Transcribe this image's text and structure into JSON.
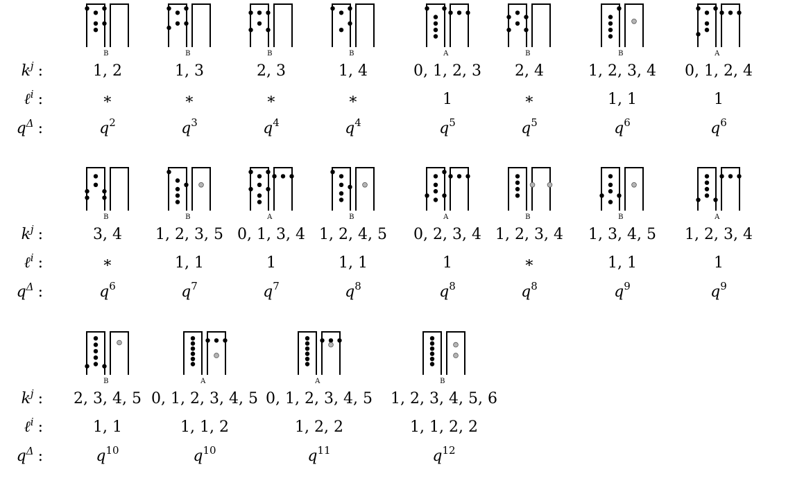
{
  "colors": {
    "ink": "#000000",
    "hollow_dot": "#b5b5b5",
    "background": "#ffffff"
  },
  "row_labels": {
    "k": "k",
    "k_sup": "j",
    "l": "ℓ",
    "l_sup": "i",
    "q": "q",
    "q_sup": "Δ"
  },
  "blocks": [
    {
      "cells": [
        {
          "tag": "B",
          "k": "1, 2",
          "l": "∗",
          "q_exp": "2",
          "pegs": [
            [
              0.02,
              0.1
            ],
            [
              0.98,
              0.1
            ],
            [
              0.5,
              0.2
            ],
            [
              0.5,
              0.45
            ],
            [
              0.5,
              0.6
            ],
            [
              0.98,
              0.45
            ]
          ],
          "hollow": []
        },
        {
          "tag": "B",
          "k": "1, 3",
          "l": "∗",
          "q_exp": "3",
          "pegs": [
            [
              0.02,
              0.1
            ],
            [
              0.98,
              0.1
            ],
            [
              0.5,
              0.2
            ],
            [
              0.5,
              0.45
            ],
            [
              0.02,
              0.55
            ],
            [
              0.98,
              0.45
            ]
          ],
          "hollow": []
        },
        {
          "tag": "B",
          "k": "2, 3",
          "l": "∗",
          "q_exp": "4",
          "pegs": [
            [
              0.02,
              0.2
            ],
            [
              0.98,
              0.2
            ],
            [
              0.5,
              0.2
            ],
            [
              0.5,
              0.45
            ],
            [
              0.02,
              0.6
            ],
            [
              0.98,
              0.6
            ]
          ],
          "hollow": []
        },
        {
          "tag": "B",
          "k": "1, 4",
          "l": "∗",
          "q_exp": "4",
          "pegs": [
            [
              0.02,
              0.1
            ],
            [
              0.98,
              0.1
            ],
            [
              0.5,
              0.2
            ],
            [
              0.98,
              0.45
            ],
            [
              0.5,
              0.6
            ]
          ],
          "hollow": []
        },
        {
          "tag": "A",
          "k": "0, 1, 2, 3",
          "l": "1",
          "q_exp": "5",
          "pegs": [
            [
              0.02,
              0.1
            ],
            [
              0.98,
              0.1
            ],
            [
              0.5,
              0.3
            ],
            [
              0.5,
              0.45
            ],
            [
              0.5,
              0.6
            ],
            [
              0.5,
              0.75
            ]
          ],
          "hollow": []
        },
        {
          "tag": "B",
          "k": "2, 4",
          "l": "∗",
          "q_exp": "5",
          "pegs": [
            [
              0.02,
              0.3
            ],
            [
              0.98,
              0.3
            ],
            [
              0.5,
              0.2
            ],
            [
              0.5,
              0.45
            ],
            [
              0.02,
              0.6
            ],
            [
              0.98,
              0.6
            ]
          ],
          "hollow": []
        },
        {
          "tag": "B",
          "k": "1, 2, 3, 4",
          "l": "1, 1",
          "q_exp": "6",
          "pegs": [
            [
              0.98,
              0.1
            ],
            [
              0.5,
              0.3
            ],
            [
              0.5,
              0.45
            ],
            [
              0.5,
              0.6
            ],
            [
              0.5,
              0.75
            ]
          ],
          "hollow": [
            [
              1.5,
              0.4
            ]
          ]
        },
        {
          "tag": "A",
          "k": "0, 1, 2, 4",
          "l": "1",
          "q_exp": "6",
          "pegs": [
            [
              0.02,
              0.1
            ],
            [
              0.98,
              0.1
            ],
            [
              0.5,
              0.2
            ],
            [
              0.5,
              0.45
            ],
            [
              0.5,
              0.6
            ],
            [
              0.02,
              0.7
            ]
          ],
          "hollow": []
        }
      ],
      "right_pegs": [
        false,
        false,
        false,
        false,
        true,
        false,
        false,
        true
      ]
    },
    {
      "cells": [
        {
          "tag": "B",
          "k": "3, 4",
          "l": "∗",
          "q_exp": "6",
          "pegs": [
            [
              0.5,
              0.2
            ],
            [
              0.5,
              0.4
            ],
            [
              0.02,
              0.55
            ],
            [
              0.98,
              0.55
            ],
            [
              0.02,
              0.7
            ],
            [
              0.98,
              0.7
            ]
          ],
          "hollow": []
        },
        {
          "tag": "B",
          "k": "1, 2, 3, 5",
          "l": "1, 1",
          "q_exp": "7",
          "pegs": [
            [
              0.02,
              0.1
            ],
            [
              0.5,
              0.3
            ],
            [
              0.98,
              0.4
            ],
            [
              0.5,
              0.5
            ],
            [
              0.5,
              0.65
            ],
            [
              0.5,
              0.8
            ]
          ],
          "hollow": [
            [
              1.5,
              0.4
            ]
          ]
        },
        {
          "tag": "A",
          "k": "0, 1, 3, 4",
          "l": "1",
          "q_exp": "7",
          "pegs": [
            [
              0.02,
              0.1
            ],
            [
              0.98,
              0.1
            ],
            [
              0.5,
              0.2
            ],
            [
              0.02,
              0.5
            ],
            [
              0.98,
              0.5
            ],
            [
              0.5,
              0.4
            ],
            [
              0.5,
              0.65
            ],
            [
              0.5,
              0.8
            ]
          ],
          "hollow": []
        },
        {
          "tag": "B",
          "k": "1, 2, 4, 5",
          "l": "1, 1",
          "q_exp": "8",
          "pegs": [
            [
              0.02,
              0.1
            ],
            [
              0.5,
              0.2
            ],
            [
              0.5,
              0.4
            ],
            [
              0.98,
              0.45
            ],
            [
              0.5,
              0.6
            ],
            [
              0.5,
              0.75
            ]
          ],
          "hollow": [
            [
              1.5,
              0.4
            ]
          ]
        },
        {
          "tag": "A",
          "k": "0, 2, 3, 4",
          "l": "1",
          "q_exp": "8",
          "pegs": [
            [
              0.98,
              0.1
            ],
            [
              0.5,
              0.2
            ],
            [
              0.5,
              0.4
            ],
            [
              0.5,
              0.55
            ],
            [
              0.02,
              0.65
            ],
            [
              0.98,
              0.65
            ],
            [
              0.5,
              0.75
            ]
          ],
          "hollow": []
        },
        {
          "tag": "B",
          "k": "1, 2, 3, 4",
          "l": "∗",
          "q_exp": "8",
          "pegs": [
            [
              0.5,
              0.2
            ],
            [
              0.5,
              0.35
            ],
            [
              0.5,
              0.5
            ],
            [
              0.5,
              0.65
            ]
          ],
          "hollow": [
            [
              1.02,
              0.4
            ],
            [
              1.98,
              0.4
            ]
          ]
        },
        {
          "tag": "B",
          "k": "1, 3, 4, 5",
          "l": "1, 1",
          "q_exp": "9",
          "pegs": [
            [
              0.5,
              0.2
            ],
            [
              0.5,
              0.4
            ],
            [
              0.5,
              0.55
            ],
            [
              0.02,
              0.65
            ],
            [
              0.98,
              0.65
            ],
            [
              0.5,
              0.8
            ]
          ],
          "hollow": [
            [
              1.5,
              0.4
            ]
          ]
        },
        {
          "tag": "A",
          "k": "1, 2, 3, 4",
          "l": "1",
          "q_exp": "9",
          "pegs": [
            [
              0.5,
              0.2
            ],
            [
              0.5,
              0.35
            ],
            [
              0.5,
              0.5
            ],
            [
              0.5,
              0.65
            ],
            [
              0.02,
              0.75
            ],
            [
              0.98,
              0.75
            ]
          ],
          "hollow": []
        }
      ],
      "right_pegs": [
        false,
        false,
        true,
        false,
        true,
        false,
        false,
        true
      ]
    },
    {
      "cells": [
        {
          "tag": "B",
          "k": "2, 3, 4, 5",
          "l": "1, 1",
          "q_exp": "10",
          "pegs": [
            [
              0.5,
              0.15
            ],
            [
              0.5,
              0.3
            ],
            [
              0.5,
              0.45
            ],
            [
              0.5,
              0.6
            ],
            [
              0.5,
              0.75
            ],
            [
              0.02,
              0.8
            ],
            [
              0.98,
              0.8
            ]
          ],
          "hollow": [
            [
              1.5,
              0.25
            ]
          ]
        },
        {
          "tag": "A",
          "k": "0, 1, 2, 3, 4, 5",
          "l": "1, 1, 2",
          "q_exp": "10",
          "pegs": [
            [
              0.5,
              0.15
            ],
            [
              0.5,
              0.27
            ],
            [
              0.5,
              0.39
            ],
            [
              0.5,
              0.51
            ],
            [
              0.5,
              0.63
            ],
            [
              0.5,
              0.75
            ]
          ],
          "hollow": [
            [
              1.5,
              0.55
            ]
          ]
        },
        {
          "tag": "A",
          "k": "0, 1, 2, 3, 4, 5",
          "l": "1, 2, 2",
          "q_exp": "11",
          "pegs": [
            [
              0.5,
              0.15
            ],
            [
              0.5,
              0.27
            ],
            [
              0.5,
              0.39
            ],
            [
              0.5,
              0.51
            ],
            [
              0.5,
              0.63
            ],
            [
              0.5,
              0.75
            ]
          ],
          "hollow": [
            [
              1.5,
              0.3
            ]
          ]
        },
        {
          "tag": "B",
          "k": "1, 2, 3, 4, 5, 6",
          "l": "1, 1, 2, 2",
          "q_exp": "12",
          "pegs": [
            [
              0.5,
              0.15
            ],
            [
              0.5,
              0.27
            ],
            [
              0.5,
              0.39
            ],
            [
              0.5,
              0.51
            ],
            [
              0.5,
              0.63
            ],
            [
              0.5,
              0.75
            ]
          ],
          "hollow": [
            [
              1.5,
              0.3
            ],
            [
              1.5,
              0.55
            ]
          ]
        }
      ],
      "right_pegs": [
        false,
        true,
        true,
        false
      ]
    }
  ]
}
